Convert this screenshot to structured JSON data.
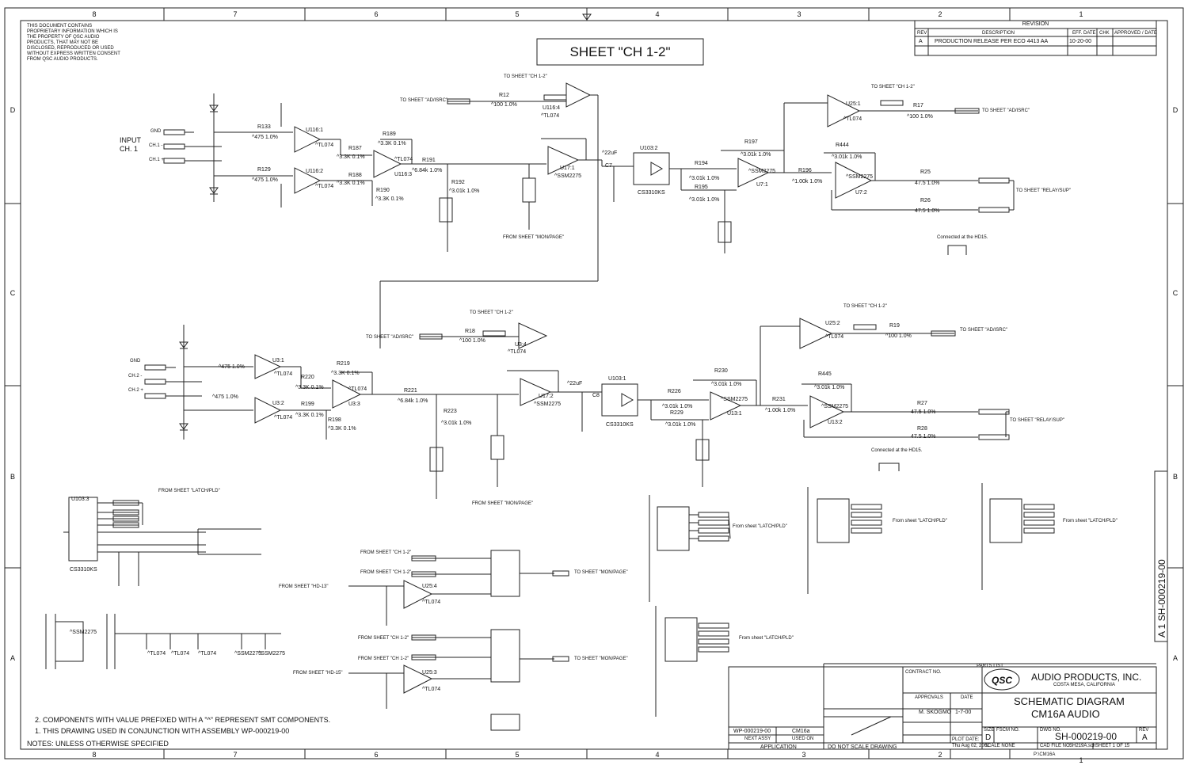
{
  "border": {
    "top_zones": [
      "8",
      "7",
      "6",
      "5",
      "4",
      "3",
      "2",
      "1"
    ],
    "bottom_zones": [
      "8",
      "7",
      "6",
      "5",
      "4",
      "3",
      "2",
      "1"
    ],
    "side_zones": [
      "D",
      "C",
      "B",
      "A"
    ]
  },
  "notice": "THIS DOCUMENT CONTAINS PROPRIETARY INFORMATION WHICH IS THE PROPERTY OF QSC AUDIO PRODUCTS, THAT MAY NOT BE DISCLOSED, REPRODUCED OR USED WITHOUT EXPRESS WRITTEN CONSENT FROM QSC AUDIO PRODUCTS.",
  "sheet_title": "SHEET \"CH 1-2\"",
  "revision": {
    "title": "REVISION",
    "headers": [
      "REV",
      "DESCRIPTION",
      "EFF. DATE",
      "CHK",
      "APPROVED / DATE"
    ],
    "row": {
      "rev": "A",
      "description": "PRODUCTION RELEASE PER ECO 4413 AA",
      "date": "10-20-00"
    }
  },
  "labels": {
    "input": "INPUT",
    "ch1": "CH. 1",
    "gnd": "GND",
    "ch1_minus": "CH.1 -",
    "ch1_plus": "CH.1 +",
    "ch2_minus": "CH.2 -",
    "ch2_plus": "CH.2 +",
    "to_sheet_ch12": "TO SHEET \"CH 1-2\"",
    "to_sheet_adisrc": "TO SHEET \"AD/ISRC\"",
    "to_sheet_relay": "TO SHEET \"RELAY/SUP\"",
    "to_sheet_monpage": "TO SHEET \"MON/PAGE\"",
    "from_sheet_monpage": "FROM SHEET \"MON/PAGE\"",
    "from_sheet_latch": "FROM SHEET \"LATCH/PLD\"",
    "from_sheet_latch_lc": "From sheet \"LATCH/PLD\"",
    "from_sheet_ch12": "FROM SHEET \"CH 1-2\"",
    "from_sheet_hd13": "FROM SHEET \"HD-13\"",
    "from_sheet_hd15": "FROM SHEET \"HD-15\"",
    "connected_hd15": "Connected at the HD15.",
    "connected_hd15b": "Connected at the HD15."
  },
  "components": {
    "u116_1": "U116:1",
    "u116_2": "U116:2",
    "u116_3": "U116:3",
    "u116_4": "U116:4",
    "u17_1": "U17:1",
    "u17_2": "U17:2",
    "u103_2": "U103:2",
    "u103_1": "U103:1",
    "u103_3": "U103:3",
    "u25_1": "U25:1",
    "u25_2": "U25:2",
    "u7_1": "U7:1",
    "u7_2": "U7:2",
    "u13_1": "U13:1",
    "u13_2": "U13:2",
    "u3_1": "U3:1",
    "u3_2": "U3:2",
    "u3_3": "U3:3",
    "u3_4": "U3:4",
    "u25_3": "U25:3",
    "u25_4": "U25:4",
    "tl074": "^TL074",
    "ssm2275": "^SSM2275",
    "cs3310": "CS3310KS",
    "r133": "R133",
    "r129": "R129",
    "r187": "R187",
    "r188": "R188",
    "r189": "R189",
    "r190": "R190",
    "r191": "R191",
    "r192": "R192",
    "r12": "R12",
    "r17": "R17",
    "r194": "R194",
    "r195": "R195",
    "r196": "R196",
    "r197": "R197",
    "r444": "R444",
    "r25": "R25",
    "r26": "R26",
    "r220": "R220",
    "r199": "R199",
    "r219": "R219",
    "r198": "R198",
    "r221": "R221",
    "r223": "R223",
    "r18": "R18",
    "r19": "R19",
    "r226": "R226",
    "r229": "R229",
    "r230": "R230",
    "r231": "R231",
    "r445": "R445",
    "r27": "R27",
    "r28": "R28",
    "v475": "^475 1.0%",
    "v33k": "^3.3K 0.1%",
    "v684": "^6.84k 1.0%",
    "v301": "^3.01k 1.0%",
    "v100": "^100 1.0%",
    "v1k": "^1.00k 1.0%",
    "v475b": "47.5 1.0%",
    "c7": "C7",
    "c8": "C8",
    "v22u": "^22uF"
  },
  "notes": {
    "note2": "2. COMPONENTS WITH VALUE PREFIXED WITH A \"^\" REPRESENT SMT COMPONENTS.",
    "note1": "1. THIS DRAWING USED IN CONJUNCTION WITH ASSEMBLY WP-000219-00",
    "header": "NOTES: UNLESS OTHERWISE SPECIFIED"
  },
  "title_block": {
    "parts_list": "PARTS LIST",
    "company": "AUDIO PRODUCTS, INC.",
    "location": "COSTA MESA, CALIFORNIA",
    "logo": "QSC",
    "title1": "SCHEMATIC DIAGRAM",
    "title2": "CM16A AUDIO",
    "approvals": "APPROVALS",
    "date_hdr": "DATE",
    "drawn_by": "M. SKOGMO",
    "drawn_date": "1-7-00",
    "contract": "CONTRACT NO.",
    "size_lbl": "SIZE",
    "size": "D",
    "fscm": "FSCM NO.",
    "dwg_lbl": "DWG NO.",
    "dwg": "SH-000219-00",
    "rev_lbl": "REV",
    "rev": "A",
    "scale": "SCALE  NONE",
    "cad": "CAD FILE NO.",
    "cad_file": "SH219A.sch",
    "sheet": "SHEET  1  OF  15",
    "plot": "PLOT DATE:",
    "plot_date": "Thu Aug 02, 2001",
    "path": "P:\\CM16A",
    "next_assy": "NEXT ASSY",
    "used_on": "USED ON",
    "application": "APPLICATION",
    "do_not_scale": "DO NOT SCALE DRAWING",
    "wp": "WP-000219-00",
    "cm16a": "CM16a"
  },
  "side_id": "A  1  SH-000219-00"
}
